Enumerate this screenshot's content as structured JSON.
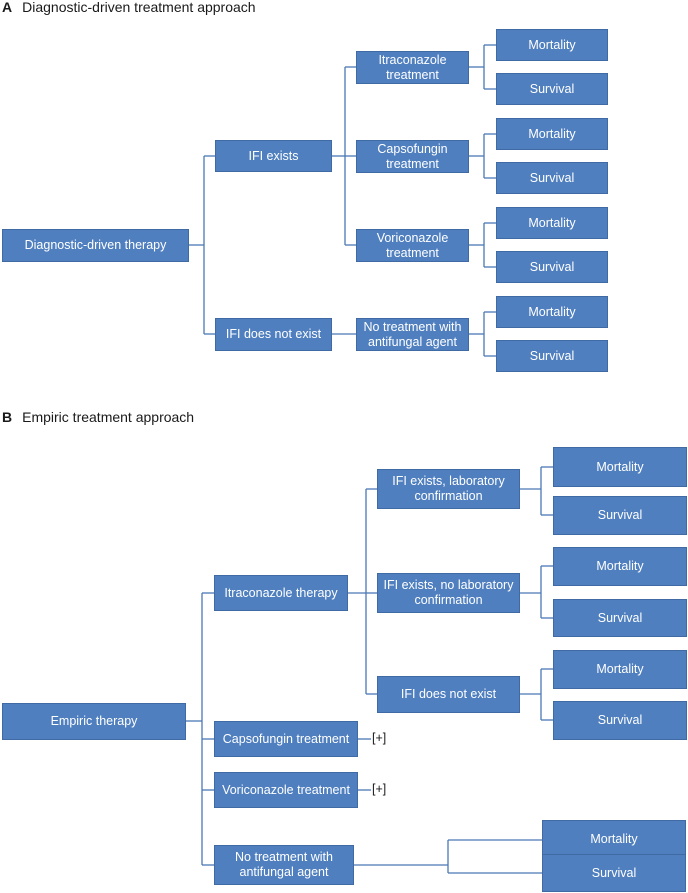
{
  "panel_a": {
    "letter": "A",
    "title": "Diagnostic-driven treatment approach",
    "root": "Diagnostic-driven therapy",
    "ifi_exists": "IFI exists",
    "ifi_not_exist": "IFI does not exist",
    "itraconazole": [
      "Itraconazole",
      "treatment"
    ],
    "capsofungin": [
      "Capsofungin",
      "treatment"
    ],
    "voriconazole": [
      "Voriconazole",
      "treatment"
    ],
    "no_treatment": [
      "No treatment with",
      "antifungal agent"
    ],
    "mortality": "Mortality",
    "survival": "Survival"
  },
  "panel_b": {
    "letter": "B",
    "title": "Empiric treatment approach",
    "root": "Empiric therapy",
    "itraconazole_therapy": "Itraconazole therapy",
    "capsofungin": "Capsofungin treatment",
    "voriconazole": "Voriconazole treatment",
    "no_treatment": [
      "No treatment with",
      "antifungal agent"
    ],
    "ifi_lab": [
      "IFI exists, laboratory",
      "confirmation"
    ],
    "ifi_no_lab": [
      "IFI exists, no laboratory",
      "confirmation"
    ],
    "ifi_not_exist": "IFI does not exist",
    "mortality": "Mortality",
    "survival": "Survival",
    "collapsed_marker": "[+]"
  }
}
